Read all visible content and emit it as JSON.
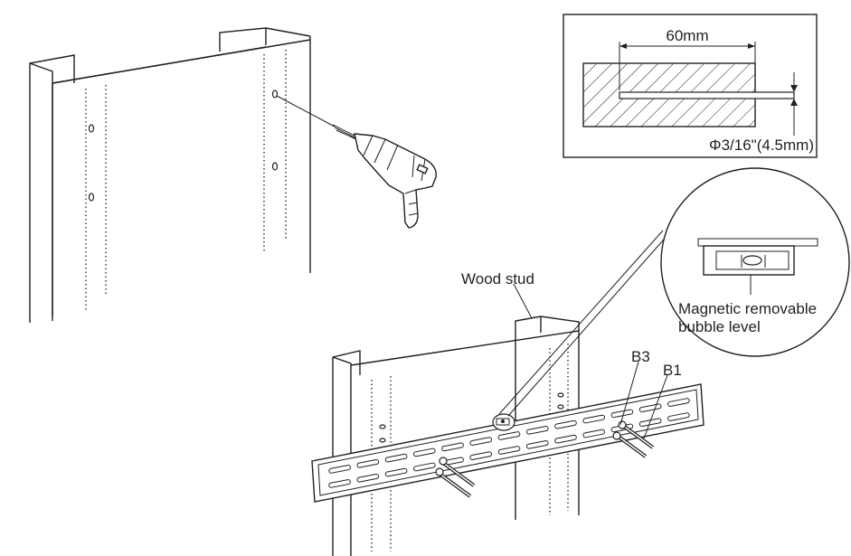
{
  "detail_dimension": {
    "depth_label": "60mm",
    "diameter_label": "Φ3/16\"(4.5mm)"
  },
  "callouts": {
    "wood_stud": "Wood stud",
    "bubble_level_line1": "Magnetic removable",
    "bubble_level_line2": "bubble level",
    "screw_b3": "B3",
    "screw_b1": "B1"
  }
}
